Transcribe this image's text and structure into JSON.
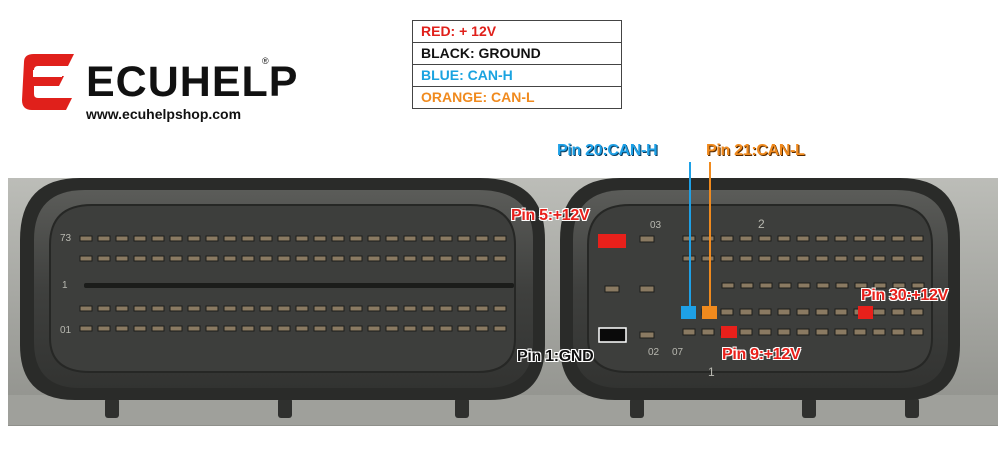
{
  "logo": {
    "brand": "ECUHELP",
    "registered": "®",
    "url": "www.ecuhelpshop.com"
  },
  "legend": {
    "rows": [
      {
        "text": "RED: + 12V",
        "color": "#e0201b"
      },
      {
        "text": "BLACK: GROUND",
        "color": "#111111"
      },
      {
        "text": "BLUE: CAN-H",
        "color": "#1aa3e0"
      },
      {
        "text": "ORANGE: CAN-L",
        "color": "#f08a1e"
      }
    ]
  },
  "labels": {
    "can_h": "Pin 20:CAN-H",
    "can_l": "Pin 21:CAN-L",
    "pin5": "Pin 5:+12V",
    "pin30": "Pin 30:+12V",
    "pin1": "Pin 1:GND",
    "pin9": "Pin 9:+12V"
  },
  "connector_markings": {
    "left_top": "73",
    "left_mid": "1",
    "left_bottom": "01",
    "right_03": "03",
    "right_02": "02",
    "right_07": "07",
    "right_2": "2",
    "right_1": "1"
  },
  "colors": {
    "red": "#e8201b",
    "black": "#0a0a0a",
    "blue": "#1ea0e6",
    "orange": "#f08a1e",
    "housing": "#4a4b49",
    "housing_dark": "#2b2c2a",
    "pin": "#8a7a62"
  }
}
